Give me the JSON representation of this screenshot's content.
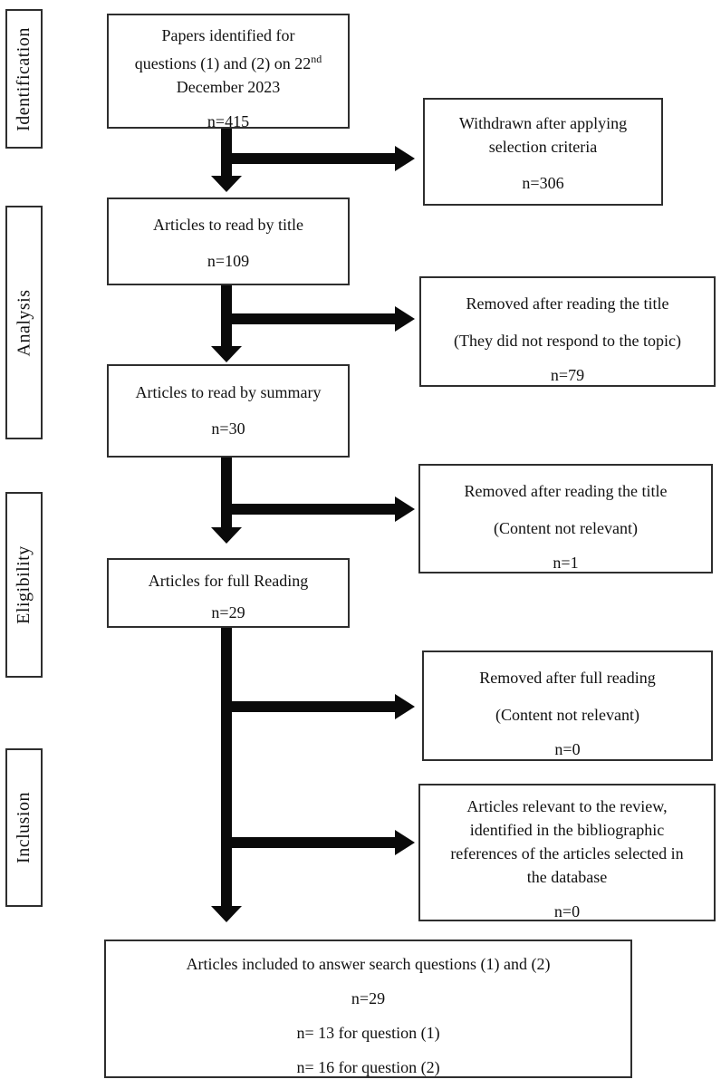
{
  "figure": {
    "type": "prisma-flow-diagram",
    "background": "#ffffff",
    "line_color": "#0a0a0a",
    "border_color": "#2e2e2e",
    "text_color": "#111111"
  },
  "stages": [
    {
      "label": "Identification"
    },
    {
      "label": "Analysis"
    },
    {
      "label": "Eligibility"
    },
    {
      "label": "Inclusion"
    }
  ],
  "main_boxes": [
    {
      "line1": "Papers identified for",
      "line2_pre": "questions (1) and (2) on 22",
      "line2_sup": "nd",
      "line3": "December 2023",
      "n": "n=415"
    },
    {
      "line1": "Articles to read by title",
      "n": "n=109"
    },
    {
      "line1": "Articles to read by summary",
      "n": "n=30"
    },
    {
      "line1": "Articles for full Reading",
      "n": "n=29"
    }
  ],
  "side_boxes": [
    {
      "lines": [
        "Withdrawn after applying",
        "selection criteria"
      ],
      "n": "n=306"
    },
    {
      "lines": [
        "Removed after reading the title",
        "(They did not respond to the topic)"
      ],
      "n": "n=79"
    },
    {
      "lines": [
        "Removed after reading the title",
        "(Content not relevant)"
      ],
      "n": "n=1"
    },
    {
      "lines": [
        "Removed after full reading",
        "(Content not relevant)"
      ],
      "n": "n=0"
    },
    {
      "lines": [
        "Articles relevant to the review,",
        "identified in the bibliographic",
        "references of the articles selected in",
        "the database"
      ],
      "n": "n=0"
    }
  ],
  "final_box": {
    "line1": "Articles included to answer search questions (1) and (2)",
    "n_total": "n=29",
    "n_q1": "n= 13 for question (1)",
    "n_q2": "n= 16 for question (2)"
  }
}
